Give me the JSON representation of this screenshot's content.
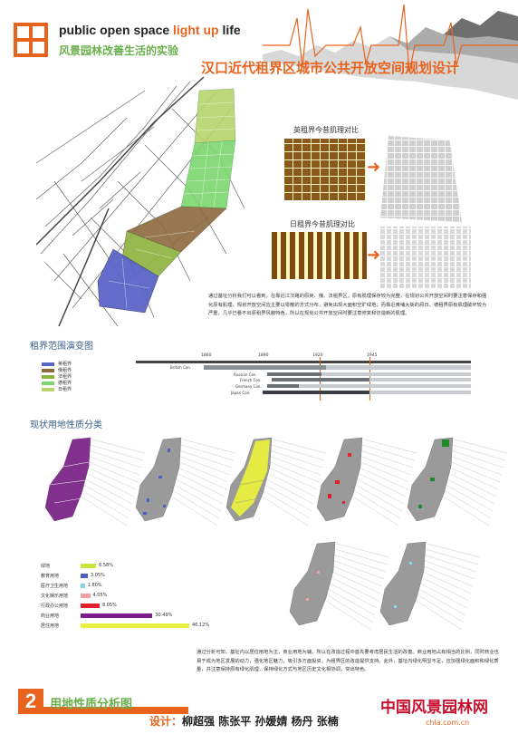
{
  "header": {
    "title_en_pre": "public open space ",
    "title_en_hl": "light up",
    "title_en_post": " life",
    "subtitle_cn": "风景园林改善生活的实验",
    "main_title": "汉口近代租界区城市公共开放空间规划设计"
  },
  "colors": {
    "accent": "#e8641e",
    "green_text": "#6ab04c",
    "british": "#5b66c7",
    "russian": "#8c6a3e",
    "french": "#8db23e",
    "german": "#7dd66e",
    "japanese": "#b6d46a"
  },
  "texture_compare": {
    "british_title": "英租界今昔肌理对比",
    "japanese_title": "日租界今昔肌理对比"
  },
  "analysis_text": "通过基址分析我们可以看到，在靠近江汉路的原英、俄、法租界区，原有肌理保存较为完整，在规划公共开放空间时要注意保存和强化原有肌理，规划开放空间应主要以零散的方式分布，避免出现大面积空旷绿地；而靠近黄埔大街的原日、德租界原有肌理破坏较为严重，几乎已看不出原租界风貌特色，所以在规划公共开放空间时要注意修复和仿造新的肌理。",
  "concession": {
    "section_title": "租界范围演变图",
    "legend": [
      {
        "name": "英租界",
        "color": "#5b66c7"
      },
      {
        "name": "俄租界",
        "color": "#8c6a3e"
      },
      {
        "name": "法租界",
        "color": "#8db23e"
      },
      {
        "name": "德租界",
        "color": "#7dd66e"
      },
      {
        "name": "日租界",
        "color": "#b6d46a"
      }
    ],
    "timeline_years": [
      "1860",
      "1890",
      "1920",
      "1945"
    ],
    "timeline_rows": [
      "British Con.",
      "Russian Con.",
      "French Con.",
      "Germany Con.",
      "Japan Con."
    ]
  },
  "landuse": {
    "section_title": "现状用地性质分类",
    "bars": [
      {
        "name": "绿地",
        "value": 6.58,
        "label": "6.58%",
        "color": "#c6e63c"
      },
      {
        "name": "教育用地",
        "value": 3.05,
        "label": "3.05%",
        "color": "#4d5fc4"
      },
      {
        "name": "医疗卫生用地",
        "value": 1.8,
        "label": "1.80%",
        "color": "#86d6e6"
      },
      {
        "name": "文化娱乐用地",
        "value": 4.05,
        "label": "4.05%",
        "color": "#f2a0a0"
      },
      {
        "name": "行政办公用地",
        "value": 8.05,
        "label": "8.05%",
        "color": "#e0232a"
      },
      {
        "name": "商业用地",
        "value": 30.49,
        "label": "30.49%",
        "color": "#7d1d8c"
      },
      {
        "name": "居住用地",
        "value": 46.12,
        "label": "46.12%",
        "color": "#e8ef3e"
      }
    ],
    "summary_text": "通过分析可知，基址内以居住用地为主，商业用地为辅，所以在改造过程中首先要考虑居民生活的改善。商业用地占有相当的比例，同时商业也易于成为地区发展的动力，强化地区魅力，吸引多方面投资，为租界区的改造提供支持。此外，基址内绿化明显不足，应加强绿化面积和绿化质量，并注意保持原有绿化肌理，保持绿化方式与地区历史文化相协调，突出特色。"
  },
  "footer": {
    "number": "2",
    "section_name": "用地性质分析图",
    "credits_label": "设计：",
    "credits_names": "柳超强  陈张平  孙媛婧  杨丹  张楠",
    "watermark": "中国风景园林网",
    "watermark_sub": "chla.com.cn"
  }
}
